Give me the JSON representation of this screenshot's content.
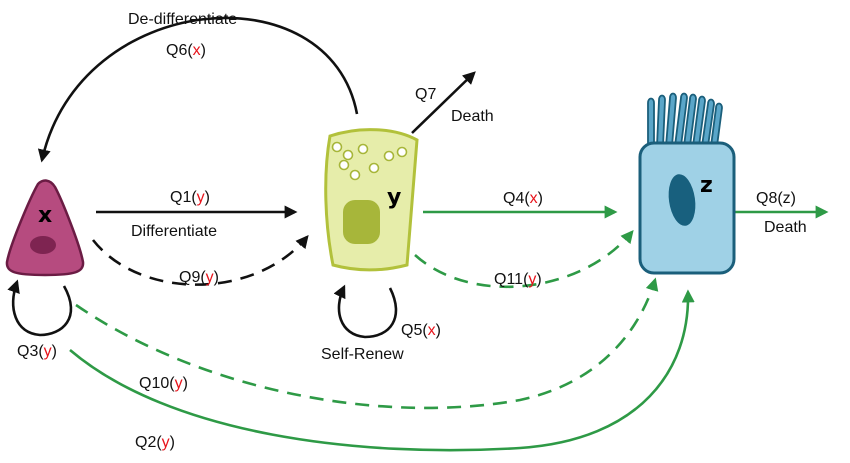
{
  "colors": {
    "solid_black": "#111111",
    "green": "#2e9a46",
    "param_red": "#e8141c",
    "cell_x_fill": "#b64b7f",
    "cell_x_nucleus": "#7e2451",
    "cell_y_fill": "#e6edaa",
    "cell_y_stroke": "#b2c13b",
    "cell_y_nucleus": "#a7b63a",
    "cell_z_fill": "#9fd1e6",
    "cell_z_stroke": "#1b5f7b",
    "cell_z_nucleus": "#18607e"
  },
  "cells": {
    "x": {
      "label": "x"
    },
    "y": {
      "label": "y"
    },
    "z": {
      "label": "z"
    }
  },
  "labels": {
    "dedifferentiate": "De-differentiate",
    "differentiate": "Differentiate",
    "self_renew": "Self-Renew",
    "death_y": "Death",
    "death_z": "Death"
  },
  "transitions": {
    "q1": {
      "name": "Q1",
      "arg": "y"
    },
    "q2": {
      "name": "Q2",
      "arg": "y"
    },
    "q3": {
      "name": "Q3",
      "arg": "y"
    },
    "q4": {
      "name": "Q4",
      "arg": "x"
    },
    "q5": {
      "name": "Q5",
      "arg": "x"
    },
    "q6": {
      "name": "Q6",
      "arg": "x"
    },
    "q7": {
      "name": "Q7"
    },
    "q8": {
      "name": "Q8",
      "arg": "z"
    },
    "q9": {
      "name": "Q9",
      "arg": "y"
    },
    "q10": {
      "name": "Q10",
      "arg": "y"
    },
    "q11": {
      "name": "Q11",
      "arg": "y"
    }
  }
}
